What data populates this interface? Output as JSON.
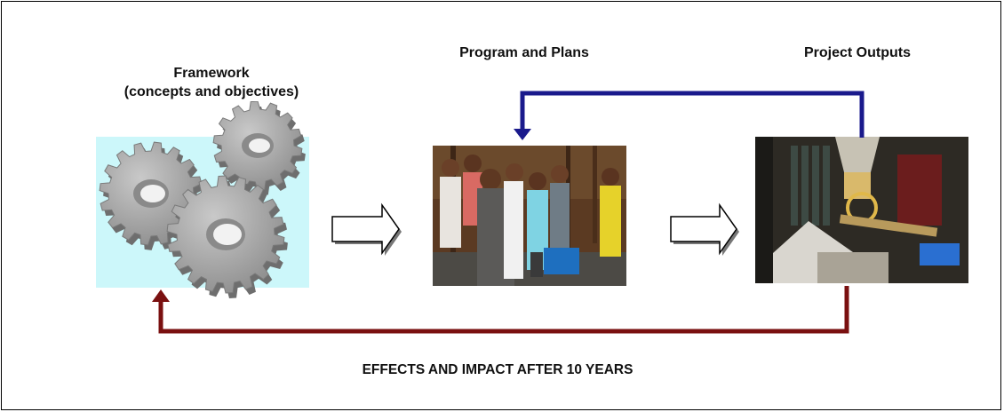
{
  "labels": {
    "framework_line1": "Framework",
    "framework_line2": "(concepts and objectives)",
    "program": "Program and Plans",
    "outputs": "Project Outputs",
    "effects": "EFFECTS AND IMPACT AFTER 10 YEARS"
  },
  "colors": {
    "framework_bg": "#ccf7fa",
    "gear": "#a9a9a9",
    "feedback_arrow_top": "#1a1a8c",
    "feedback_arrow_bottom": "#7a1010"
  }
}
